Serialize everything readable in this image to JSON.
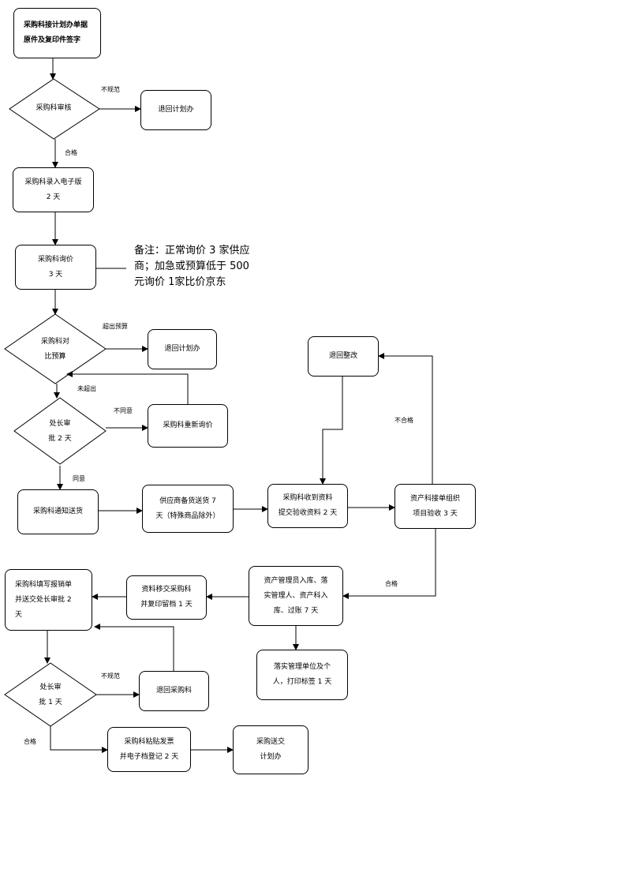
{
  "nodes": {
    "start": [
      "采购科接计划办单据",
      "原件及复印件签字"
    ],
    "review": [
      "采购科审核"
    ],
    "return1": [
      "退回计划办"
    ],
    "input": [
      "采购科录入电子版",
      "2 天"
    ],
    "inquiry": [
      "采购科询价",
      "3 天"
    ],
    "compare": [
      "采购科对",
      "比预算"
    ],
    "return2": [
      "退回计划办"
    ],
    "approve1": [
      "处长审",
      "批 2 天"
    ],
    "reinquiry": [
      "采购科重新询价"
    ],
    "notify": [
      "采购科通知送货"
    ],
    "supply": [
      "供应商备货送货 7",
      "天（特殊商品除外）"
    ],
    "receive": [
      "采购科收到资料",
      "提交验收资料 2 天"
    ],
    "accept": [
      "资产科接单组织",
      "项目验收 3 天"
    ],
    "rectify": [
      "退回整改"
    ],
    "warehouse": [
      "资产管理员入库、落",
      "实管理人、资产科入",
      "库、过账 7 天"
    ],
    "label": [
      "落实管理单位及个",
      "人，打印标签 1 天"
    ],
    "transfer": [
      "资料移交采购科",
      "并复印留档 1 天"
    ],
    "reimburse": [
      "采购科填写报销单",
      "并送交处长审批 2",
      "天"
    ],
    "approve2": [
      "处长审",
      "批 1 天"
    ],
    "return3": [
      "退回采购科"
    ],
    "invoice": [
      "采购科粘贴发票",
      "并电子档登记 2 天"
    ],
    "submit": [
      "采购送交",
      "计划办"
    ]
  },
  "edge_labels": {
    "nonstandard1": "不规范",
    "pass1": "合格",
    "over_budget": "超出预算",
    "not_over": "未超出",
    "disagree": "不同意",
    "agree": "同意",
    "fail": "不合格",
    "pass2": "合格",
    "nonstandard2": "不规范",
    "pass3": "合格"
  },
  "note": "备注：正常询价 3 家供应商；加急或预算低于 500 元询价 1家比价京东"
}
